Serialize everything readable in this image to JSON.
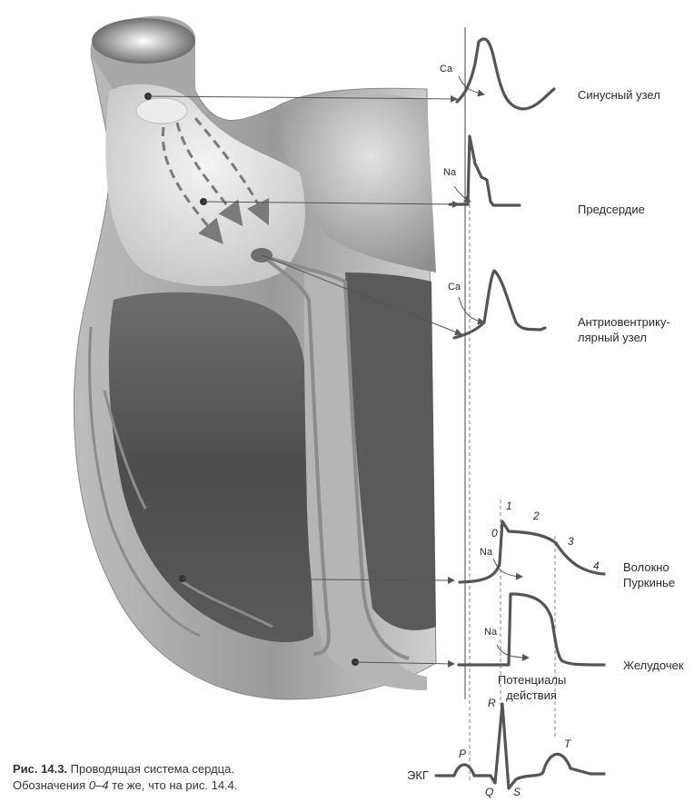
{
  "labels": {
    "sinus_node": "Синусный узел",
    "atrium": "Предсердие",
    "av_node_line1": "Антриовентрику-",
    "av_node_line2": "лярный узел",
    "purkinje_line1": "Волокно",
    "purkinje_line2": "Пуркинье",
    "ventricle": "Желудочек",
    "action_potentials_line1": "Потенциалы",
    "action_potentials_line2": "действия",
    "ecg": "ЭКГ"
  },
  "ions": {
    "sinus": "Ca",
    "atrium": "Na",
    "av": "Ca",
    "purkinje": "Na",
    "ventricle": "Na"
  },
  "phases": [
    "0",
    "1",
    "2",
    "3",
    "4"
  ],
  "ecg_waves": [
    "P",
    "Q",
    "R",
    "S",
    "T"
  ],
  "caption": {
    "title": "Рис. 14.3.",
    "line1_rest": " Проводящая система сердца.",
    "line2_a": "Обозначения ",
    "line2_b": "0–4",
    "line2_c": " те же, что на рис. 14.4."
  },
  "colors": {
    "trace": "#555555",
    "heart_dark": "#4a4a4a",
    "heart_light": "#d8d8d8"
  }
}
